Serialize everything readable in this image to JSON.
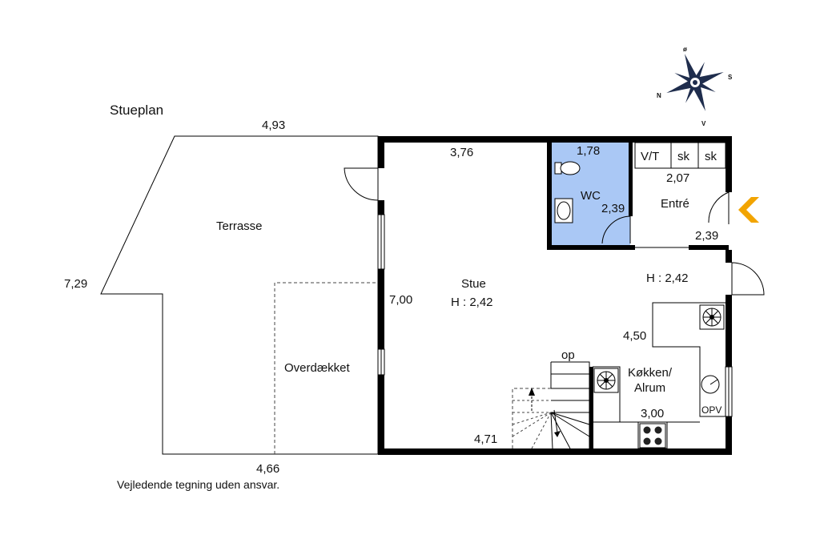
{
  "plan": {
    "title": "Stueplan",
    "disclaimer": "Vejledende tegning uden ansvar."
  },
  "compass": {
    "north": "N",
    "east": "ø",
    "south": "S",
    "west": "V"
  },
  "rooms": {
    "terrasse": "Terrasse",
    "overdaekket": "Overdækket",
    "stue": "Stue",
    "stue_height": "H : 2,42",
    "wc": "WC",
    "entre": "Entré",
    "entre_height": "H : 2,42",
    "koekken_line1": "Køkken/",
    "koekken_line2": "Alrum",
    "stair_label": "op"
  },
  "fixtures": {
    "vt": "V/T",
    "sk1": "sk",
    "sk2": "sk",
    "opv": "OPV"
  },
  "dimensions": {
    "terrace_top": "4,93",
    "terrace_left": "7,29",
    "terrace_bottom": "4,66",
    "stue_top": "3,76",
    "stue_side": "7,00",
    "stue_bottom": "4,71",
    "wc_top": "1,78",
    "wc_side": "2,39",
    "entre_top": "2,07",
    "entre_side": "2,39",
    "kitchen_side": "4,50",
    "kitchen_bottom": "3,00"
  },
  "colors": {
    "wc_fill": "#aac8f5",
    "entry_arrow": "#f2a400",
    "compass": "#1f2d4d"
  }
}
